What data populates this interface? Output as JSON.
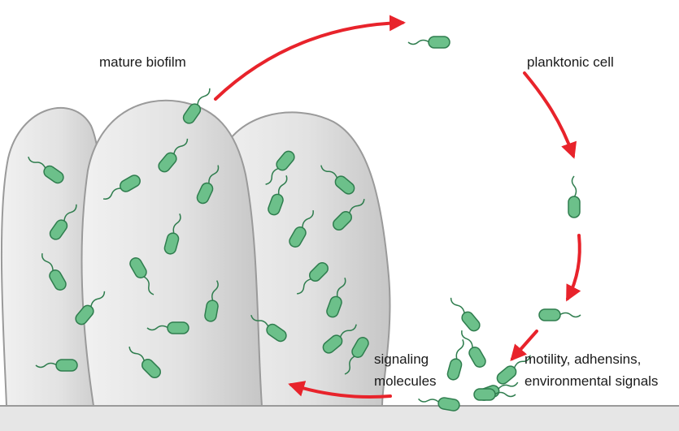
{
  "labels": {
    "mature_biofilm": "mature biofilm",
    "planktonic_cell": "planktonic cell",
    "signaling_line1": "signaling",
    "signaling_line2": "molecules",
    "motility_line1": "motility, adhensins,",
    "motility_line2": "environmental signals"
  },
  "colors": {
    "arrow": "#e8232b",
    "cell_fill": "#6cc08a",
    "cell_stroke": "#2f7d4e",
    "biofilm_fill": "#e3e3e3",
    "biofilm_stroke": "#9a9a9a",
    "surface": "#cfcfcf"
  }
}
